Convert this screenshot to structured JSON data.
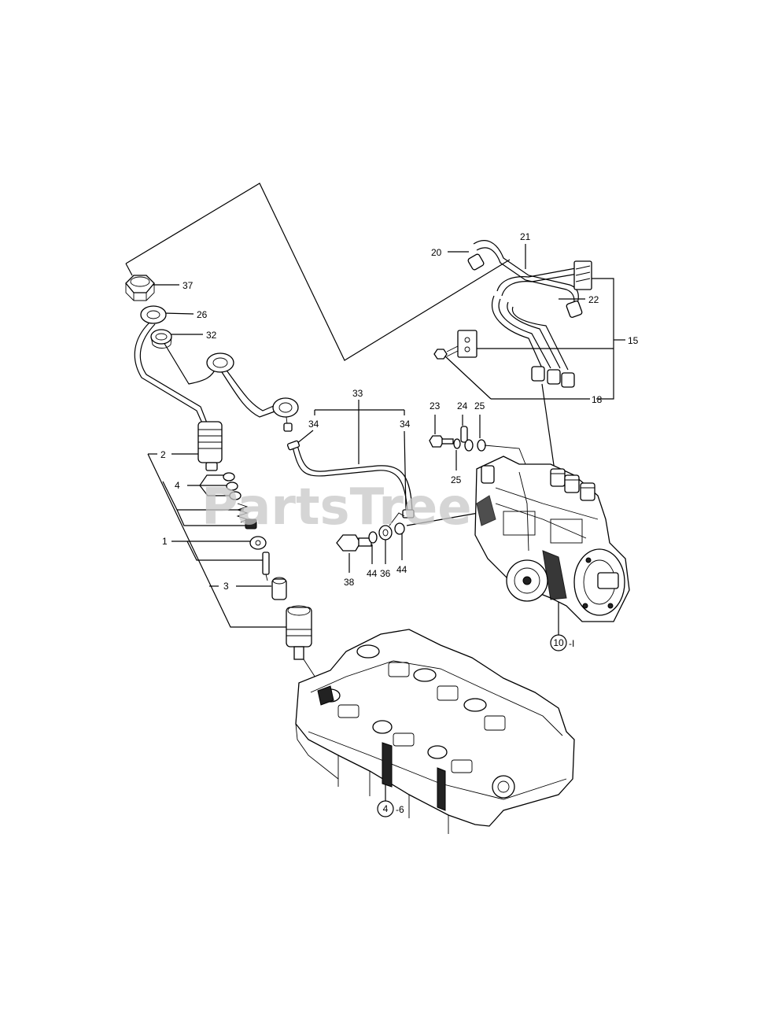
{
  "watermark": "PartsTree",
  "callouts": [
    {
      "id": "c37",
      "text": "37"
    },
    {
      "id": "c26",
      "text": "26"
    },
    {
      "id": "c32",
      "text": "32"
    },
    {
      "id": "c2",
      "text": "2"
    },
    {
      "id": "c4",
      "text": "4"
    },
    {
      "id": "c1",
      "text": "1"
    },
    {
      "id": "c3",
      "text": "3"
    },
    {
      "id": "c33",
      "text": "33"
    },
    {
      "id": "c34a",
      "text": "34"
    },
    {
      "id": "c34b",
      "text": "34"
    },
    {
      "id": "c38",
      "text": "38"
    },
    {
      "id": "c44a",
      "text": "44"
    },
    {
      "id": "c36",
      "text": "36"
    },
    {
      "id": "c44b",
      "text": "44"
    },
    {
      "id": "c23",
      "text": "23"
    },
    {
      "id": "c24",
      "text": "24"
    },
    {
      "id": "c25a",
      "text": "25"
    },
    {
      "id": "c25b",
      "text": "25"
    },
    {
      "id": "c20",
      "text": "20"
    },
    {
      "id": "c21",
      "text": "21"
    },
    {
      "id": "c22",
      "text": "22"
    },
    {
      "id": "c15",
      "text": "15"
    },
    {
      "id": "c18",
      "text": "18"
    }
  ],
  "refs": {
    "pump_ref_num": "10",
    "pump_ref_suffix": "-I",
    "head_ref_num": "4",
    "head_ref_suffix": "-6"
  }
}
